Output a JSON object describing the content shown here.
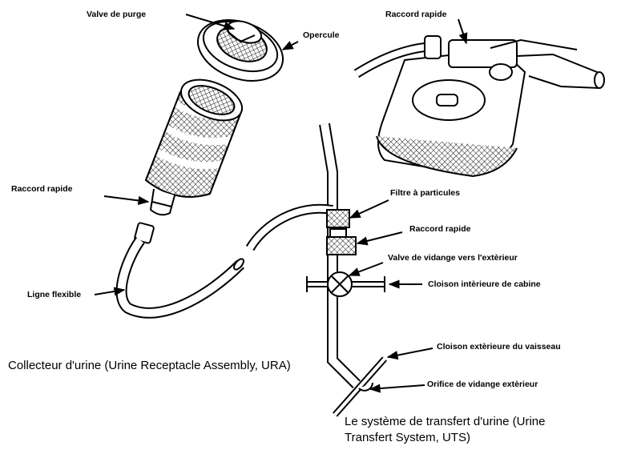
{
  "labels": {
    "valve_purge": "Valve de purge",
    "opercule": "Opercule",
    "raccord_rapide_top": "Raccord rapide",
    "raccord_rapide_left": "Raccord rapide",
    "filtre": "Filtre à particules",
    "raccord_rapide_mid": "Raccord rapide",
    "valve_vidange": "Valve de vidange vers l'extèrieur",
    "cloison_int": "Cloison intèrieure de cabine",
    "ligne_flexible": "Ligne flexible",
    "cloison_ext": "Cloison extèrieure du vaisseau",
    "orifice": "Orifice de vidange extèrieur"
  },
  "captions": {
    "ura": "Collecteur d'urine (Urine Receptacle Assembly, URA)",
    "uts_line1": "Le système de transfert d'urine (Urine",
    "uts_line2": "Transfert System, UTS)"
  }
}
